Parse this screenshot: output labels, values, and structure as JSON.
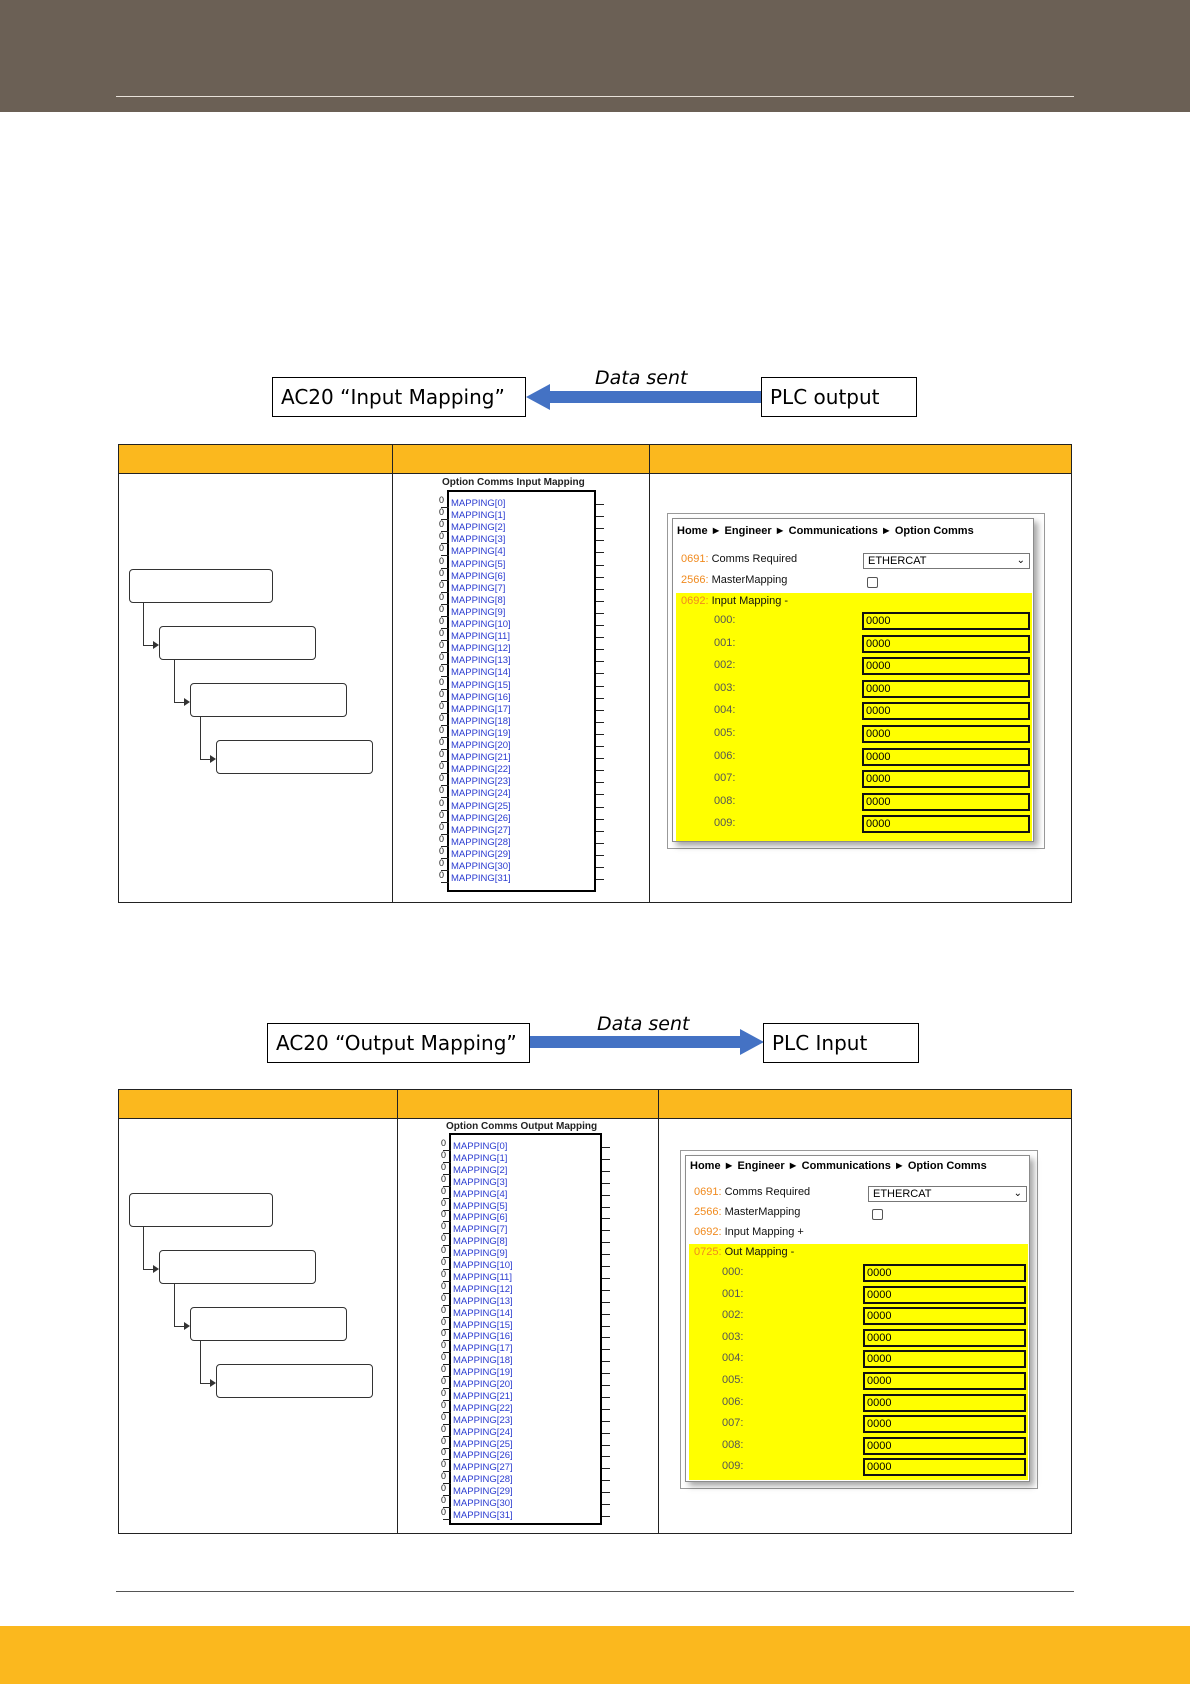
{
  "input_flow": {
    "left_box": "AC20 “Input Mapping”",
    "label": "Data sent",
    "right_box": "PLC output"
  },
  "output_flow": {
    "left_box": "AC20 “Output Mapping”",
    "label": "Data sent",
    "right_box": "PLC Input"
  },
  "input_block": {
    "title": "Option Comms Input Mapping",
    "pin_value": "0",
    "rows": [
      "MAPPING[0]",
      "MAPPING[1]",
      "MAPPING[2]",
      "MAPPING[3]",
      "MAPPING[4]",
      "MAPPING[5]",
      "MAPPING[6]",
      "MAPPING[7]",
      "MAPPING[8]",
      "MAPPING[9]",
      "MAPPING[10]",
      "MAPPING[11]",
      "MAPPING[12]",
      "MAPPING[13]",
      "MAPPING[14]",
      "MAPPING[15]",
      "MAPPING[16]",
      "MAPPING[17]",
      "MAPPING[18]",
      "MAPPING[19]",
      "MAPPING[20]",
      "MAPPING[21]",
      "MAPPING[22]",
      "MAPPING[23]",
      "MAPPING[24]",
      "MAPPING[25]",
      "MAPPING[26]",
      "MAPPING[27]",
      "MAPPING[28]",
      "MAPPING[29]",
      "MAPPING[30]",
      "MAPPING[31]"
    ]
  },
  "output_block": {
    "title": "Option Comms Output Mapping",
    "pin_value": "0",
    "rows": [
      "MAPPING[0]",
      "MAPPING[1]",
      "MAPPING[2]",
      "MAPPING[3]",
      "MAPPING[4]",
      "MAPPING[5]",
      "MAPPING[6]",
      "MAPPING[7]",
      "MAPPING[8]",
      "MAPPING[9]",
      "MAPPING[10]",
      "MAPPING[11]",
      "MAPPING[12]",
      "MAPPING[13]",
      "MAPPING[14]",
      "MAPPING[15]",
      "MAPPING[16]",
      "MAPPING[17]",
      "MAPPING[18]",
      "MAPPING[19]",
      "MAPPING[20]",
      "MAPPING[21]",
      "MAPPING[22]",
      "MAPPING[23]",
      "MAPPING[24]",
      "MAPPING[25]",
      "MAPPING[26]",
      "MAPPING[27]",
      "MAPPING[28]",
      "MAPPING[29]",
      "MAPPING[30]",
      "MAPPING[31]"
    ]
  },
  "input_panel": {
    "breadcrumb": "Home ► Engineer ► Communications ► Option Comms",
    "comms_code": "0691:",
    "comms_label": "Comms Required",
    "comms_value": "ETHERCAT",
    "master_code": "2566:",
    "master_label": "MasterMapping",
    "group_code": "0692:",
    "group_label": "Input Mapping -",
    "entries": [
      {
        "index": "000:",
        "value": "0000"
      },
      {
        "index": "001:",
        "value": "0000"
      },
      {
        "index": "002:",
        "value": "0000"
      },
      {
        "index": "003:",
        "value": "0000"
      },
      {
        "index": "004:",
        "value": "0000"
      },
      {
        "index": "005:",
        "value": "0000"
      },
      {
        "index": "006:",
        "value": "0000"
      },
      {
        "index": "007:",
        "value": "0000"
      },
      {
        "index": "008:",
        "value": "0000"
      },
      {
        "index": "009:",
        "value": "0000"
      }
    ]
  },
  "output_panel": {
    "breadcrumb": "Home ► Engineer ► Communications ► Option Comms",
    "comms_code": "0691:",
    "comms_label": "Comms Required",
    "comms_value": "ETHERCAT",
    "master_code": "2566:",
    "master_label": "MasterMapping",
    "input_code": "0692:",
    "input_label": "Input Mapping +",
    "group_code": "0725:",
    "group_label": "Out Mapping -",
    "entries": [
      {
        "index": "000:",
        "value": "0000"
      },
      {
        "index": "001:",
        "value": "0000"
      },
      {
        "index": "002:",
        "value": "0000"
      },
      {
        "index": "003:",
        "value": "0000"
      },
      {
        "index": "004:",
        "value": "0000"
      },
      {
        "index": "005:",
        "value": "0000"
      },
      {
        "index": "006:",
        "value": "0000"
      },
      {
        "index": "007:",
        "value": "0000"
      },
      {
        "index": "008:",
        "value": "0000"
      },
      {
        "index": "009:",
        "value": "0000"
      }
    ]
  },
  "colors": {
    "header_band": "#6b6055",
    "accent_orange": "#fbb81e",
    "arrow_blue": "#4472c4",
    "highlight_yellow": "#ffff00",
    "param_code": "#f08a1e",
    "mapping_text": "#2a3bd0"
  },
  "icons": [
    "arrow-left-icon",
    "arrow-right-icon",
    "chevron-down-icon",
    "checkbox-icon",
    "tree-arrow-icon"
  ]
}
